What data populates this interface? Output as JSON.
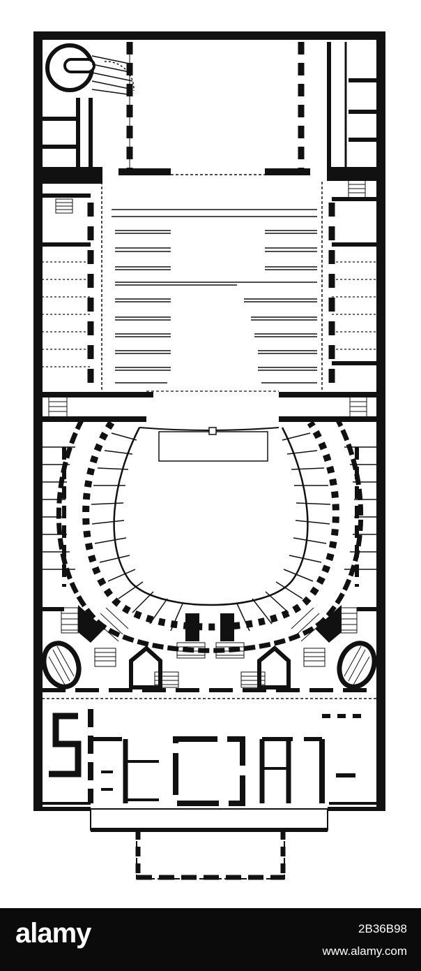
{
  "diagram": {
    "subject": "theatre-floor-plan",
    "ink_color": "#111111",
    "paper_color": "#ffffff"
  },
  "watermark": {
    "logo_text": "alamy",
    "image_id": "2B36B98",
    "url": "www.alamy.com",
    "bar_color": "#0b0b0b",
    "text_color": "#ffffff"
  }
}
